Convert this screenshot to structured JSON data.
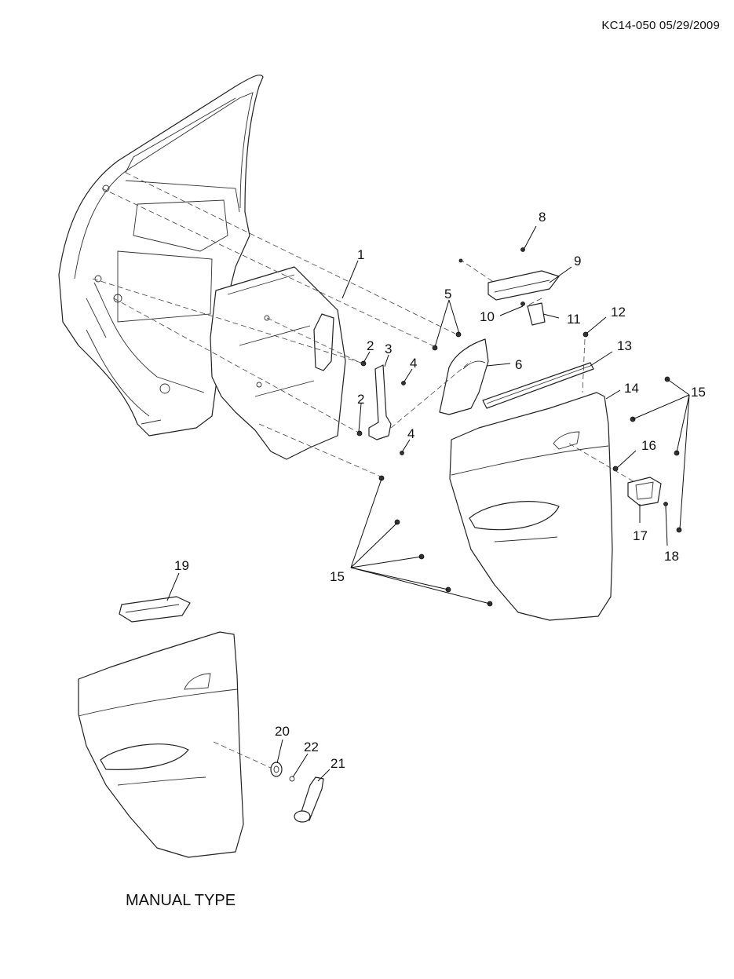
{
  "header": {
    "document_ref": "KC14-050 05/29/2009"
  },
  "footer": {
    "caption": "MANUAL TYPE"
  },
  "callouts": [
    {
      "id": "c1",
      "label": "1"
    },
    {
      "id": "c2a",
      "label": "2"
    },
    {
      "id": "c2b",
      "label": "2"
    },
    {
      "id": "c3",
      "label": "3"
    },
    {
      "id": "c4a",
      "label": "4"
    },
    {
      "id": "c4b",
      "label": "4"
    },
    {
      "id": "c5",
      "label": "5"
    },
    {
      "id": "c6",
      "label": "6"
    },
    {
      "id": "c8",
      "label": "8"
    },
    {
      "id": "c9",
      "label": "9"
    },
    {
      "id": "c10",
      "label": "10"
    },
    {
      "id": "c11",
      "label": "11"
    },
    {
      "id": "c12",
      "label": "12"
    },
    {
      "id": "c13",
      "label": "13"
    },
    {
      "id": "c14",
      "label": "14"
    },
    {
      "id": "c15a",
      "label": "15"
    },
    {
      "id": "c15b",
      "label": "15"
    },
    {
      "id": "c16",
      "label": "16"
    },
    {
      "id": "c17",
      "label": "17"
    },
    {
      "id": "c18",
      "label": "18"
    },
    {
      "id": "c19",
      "label": "19"
    },
    {
      "id": "c20",
      "label": "20"
    },
    {
      "id": "c21",
      "label": "21"
    },
    {
      "id": "c22",
      "label": "22"
    }
  ]
}
